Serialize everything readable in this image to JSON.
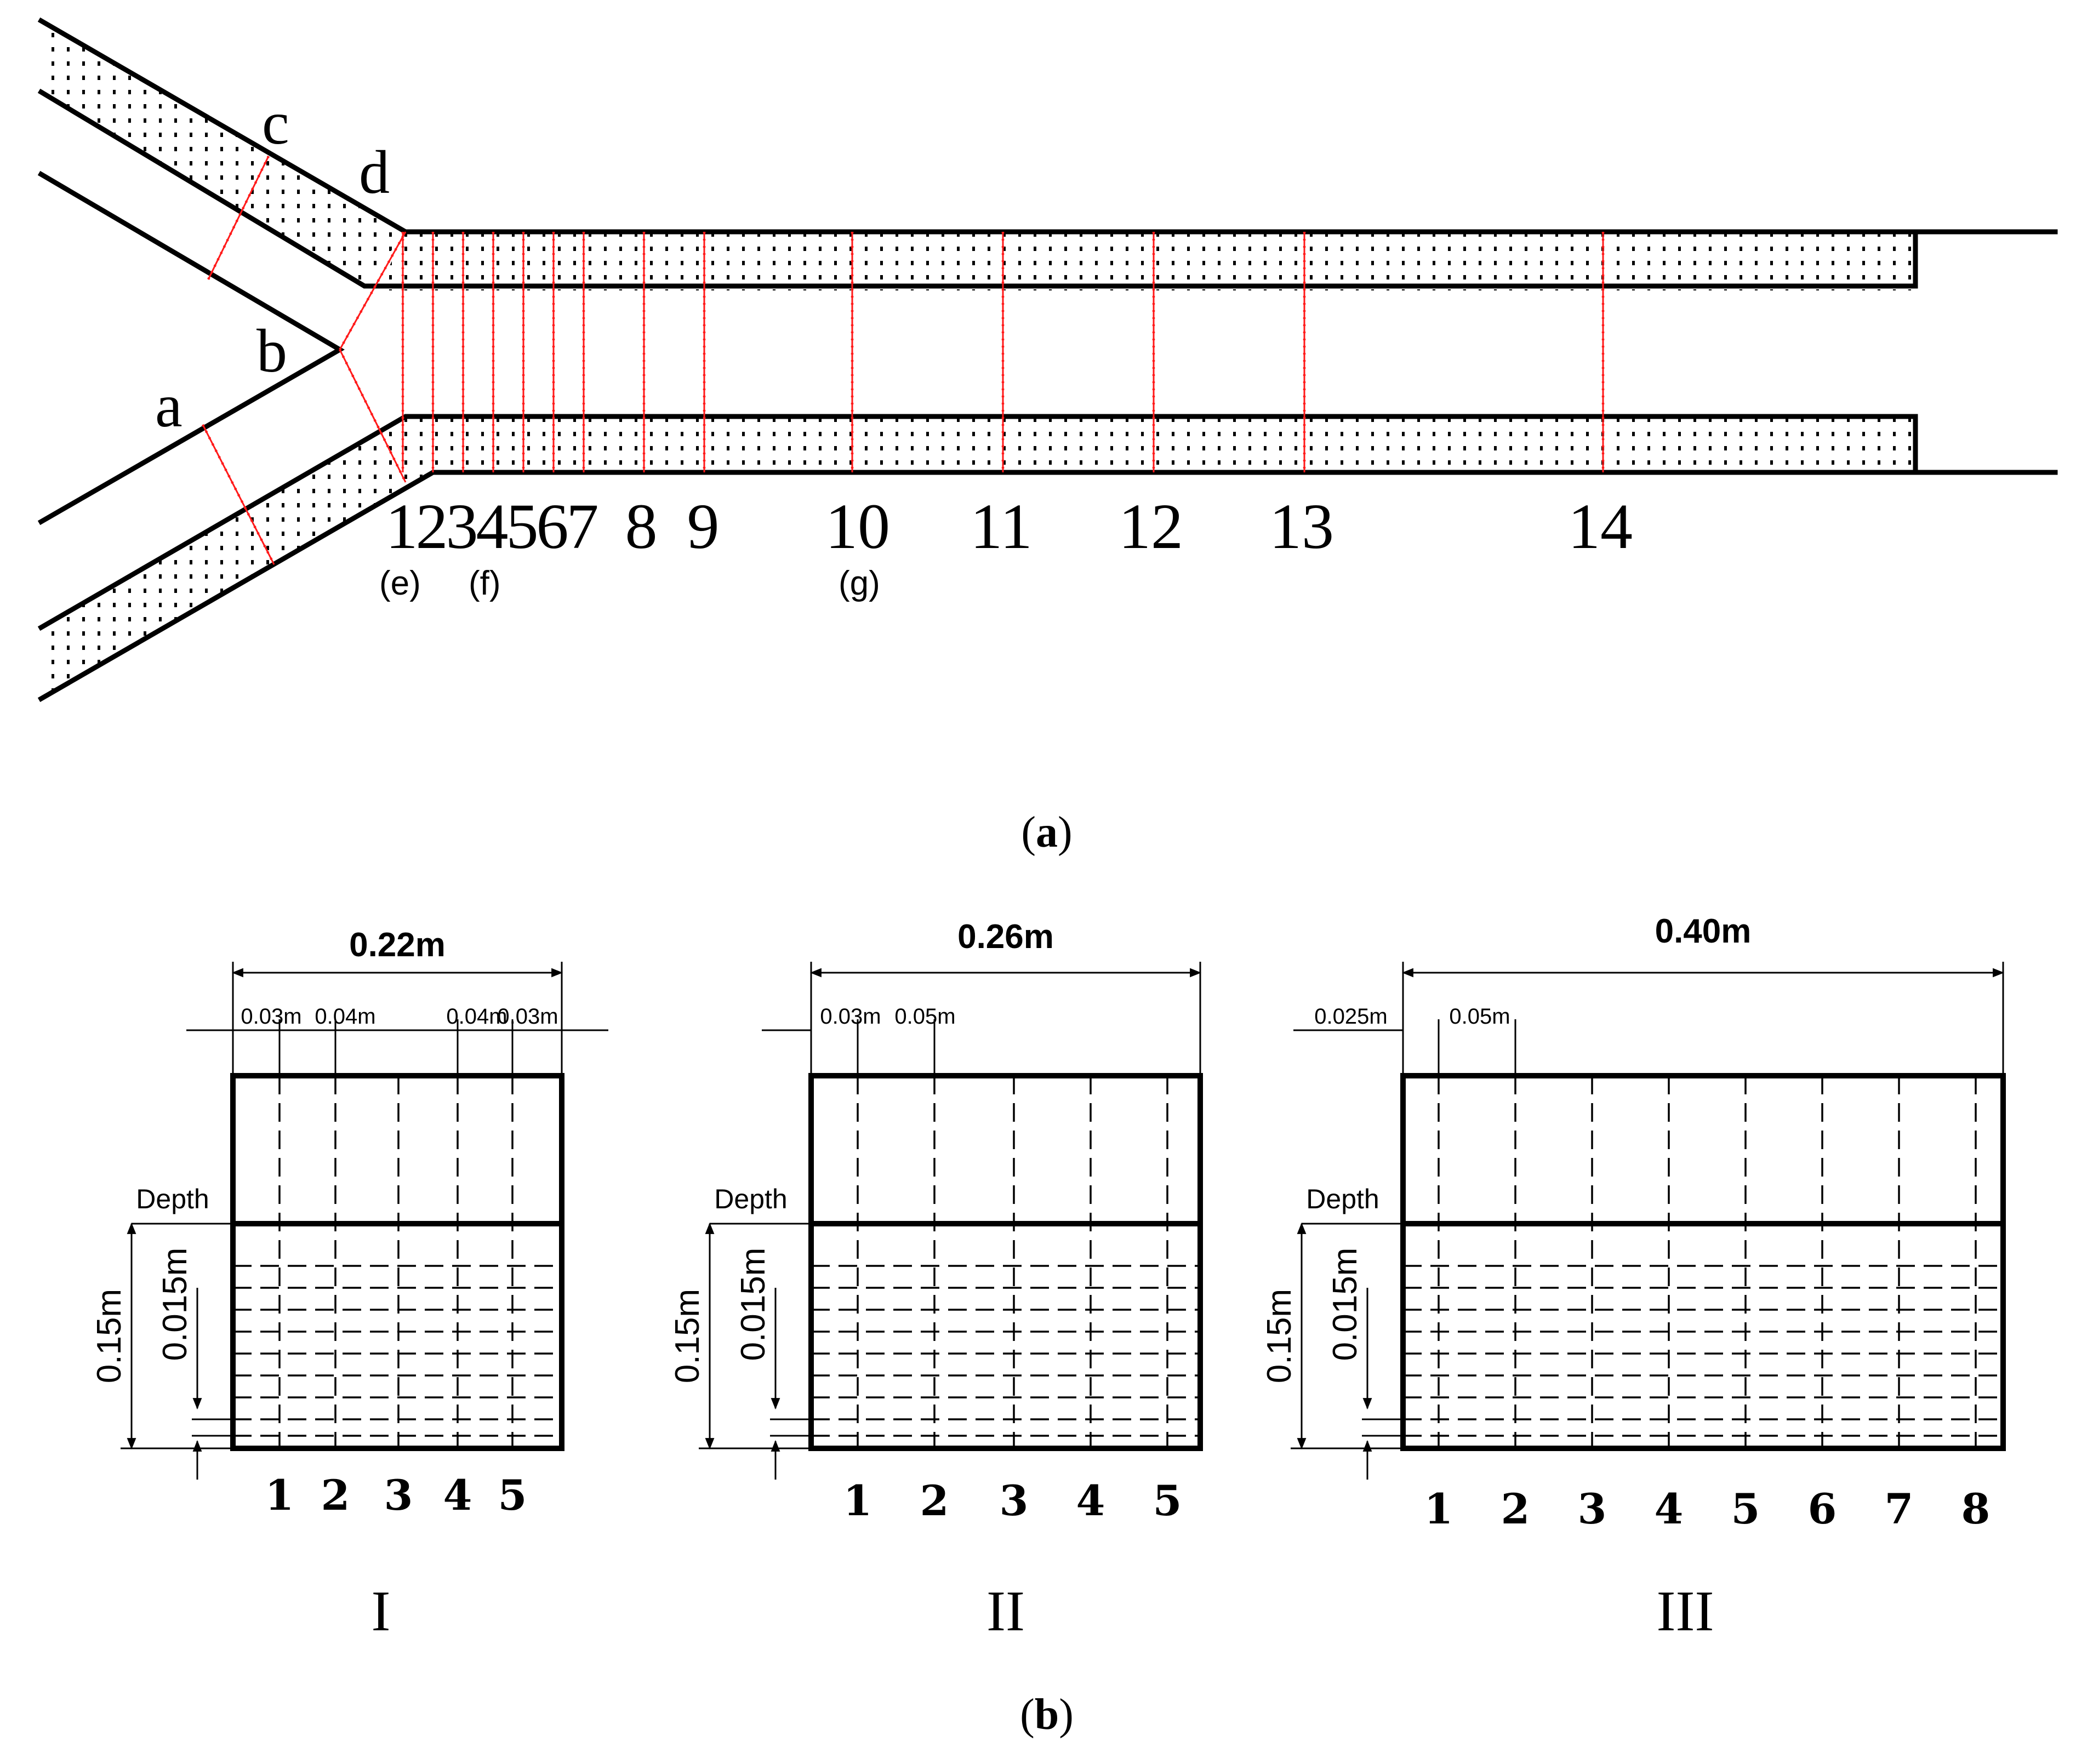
{
  "panel_a": {
    "corner_labels": [
      "a",
      "b",
      "c",
      "d"
    ],
    "section_numbers": [
      "1",
      "2",
      "3",
      "4",
      "5",
      "6",
      "7",
      "8",
      "9",
      "10",
      "11",
      "12",
      "13",
      "14"
    ],
    "sub_labels": [
      "(e)",
      "(f)",
      "(g)"
    ],
    "caption_letter": "a"
  },
  "panel_b": {
    "grids": [
      {
        "roman": "I",
        "width_label": "0.22m",
        "dim_labels": [
          "0.03m",
          "0.04m",
          "0.04m",
          "0.03m"
        ],
        "depth_label": "Depth",
        "height_label": "0.15m",
        "step_label": "0.015m",
        "columns": [
          "1",
          "2",
          "3",
          "4",
          "5"
        ]
      },
      {
        "roman": "II",
        "width_label": "0.26m",
        "dim_labels": [
          "0.03m",
          "0.05m"
        ],
        "depth_label": "Depth",
        "height_label": "0.15m",
        "step_label": "0.015m",
        "columns": [
          "1",
          "2",
          "3",
          "4",
          "5"
        ]
      },
      {
        "roman": "III",
        "width_label": "0.40m",
        "dim_labels": [
          "0.025m",
          "0.05m"
        ],
        "depth_label": "Depth",
        "height_label": "0.15m",
        "step_label": "0.015m",
        "columns": [
          "1",
          "2",
          "3",
          "4",
          "5",
          "6",
          "7",
          "8"
        ]
      }
    ],
    "caption_letter": "b"
  },
  "colors": {
    "section_line": "#ff1a1a",
    "stroke": "#000000",
    "background": "#ffffff"
  }
}
